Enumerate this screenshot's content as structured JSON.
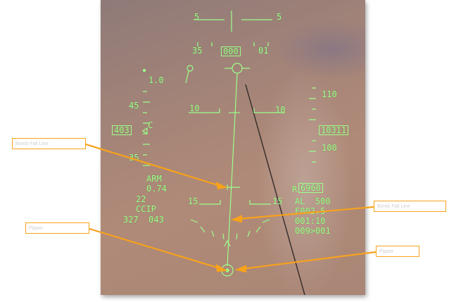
{
  "hud": {
    "pitch_top_left": "5",
    "pitch_top_right": "5",
    "heading_left": "35",
    "heading_value": "000",
    "heading_right": "01",
    "pitch_10_left": "10",
    "pitch_10_right": "10",
    "pitch_15_left": "15",
    "pitch_15_right": "15",
    "g_value": "1.0",
    "speed_tick": "45",
    "airspeed": "403",
    "calibrated_marker": "C",
    "speed_tick_low": "35",
    "alt_tick_high": "110",
    "altitude": "10311",
    "alt_tick_low": "100",
    "arm_status": "ARM",
    "mach": "0.74",
    "weapon_count": "22",
    "delivery_mode": "CCIP",
    "bearing_range": "327  043",
    "radar_alt_prefix": "R",
    "radar_altitude": "6960",
    "alow": "AL  500",
    "steerpoint": "F002.5",
    "time_to_go": "001:10",
    "waypoint": "009>001"
  },
  "callouts": {
    "upper_left": "Bomb Fall Line",
    "lower_left": "Pipper",
    "right_upper": "Bomb Fall Line",
    "right_lower": "Pipper"
  },
  "colors": {
    "hud_symbology": "#9dff8a",
    "callout_border": "#f7a21b",
    "leader_line": "#f7a21b"
  }
}
